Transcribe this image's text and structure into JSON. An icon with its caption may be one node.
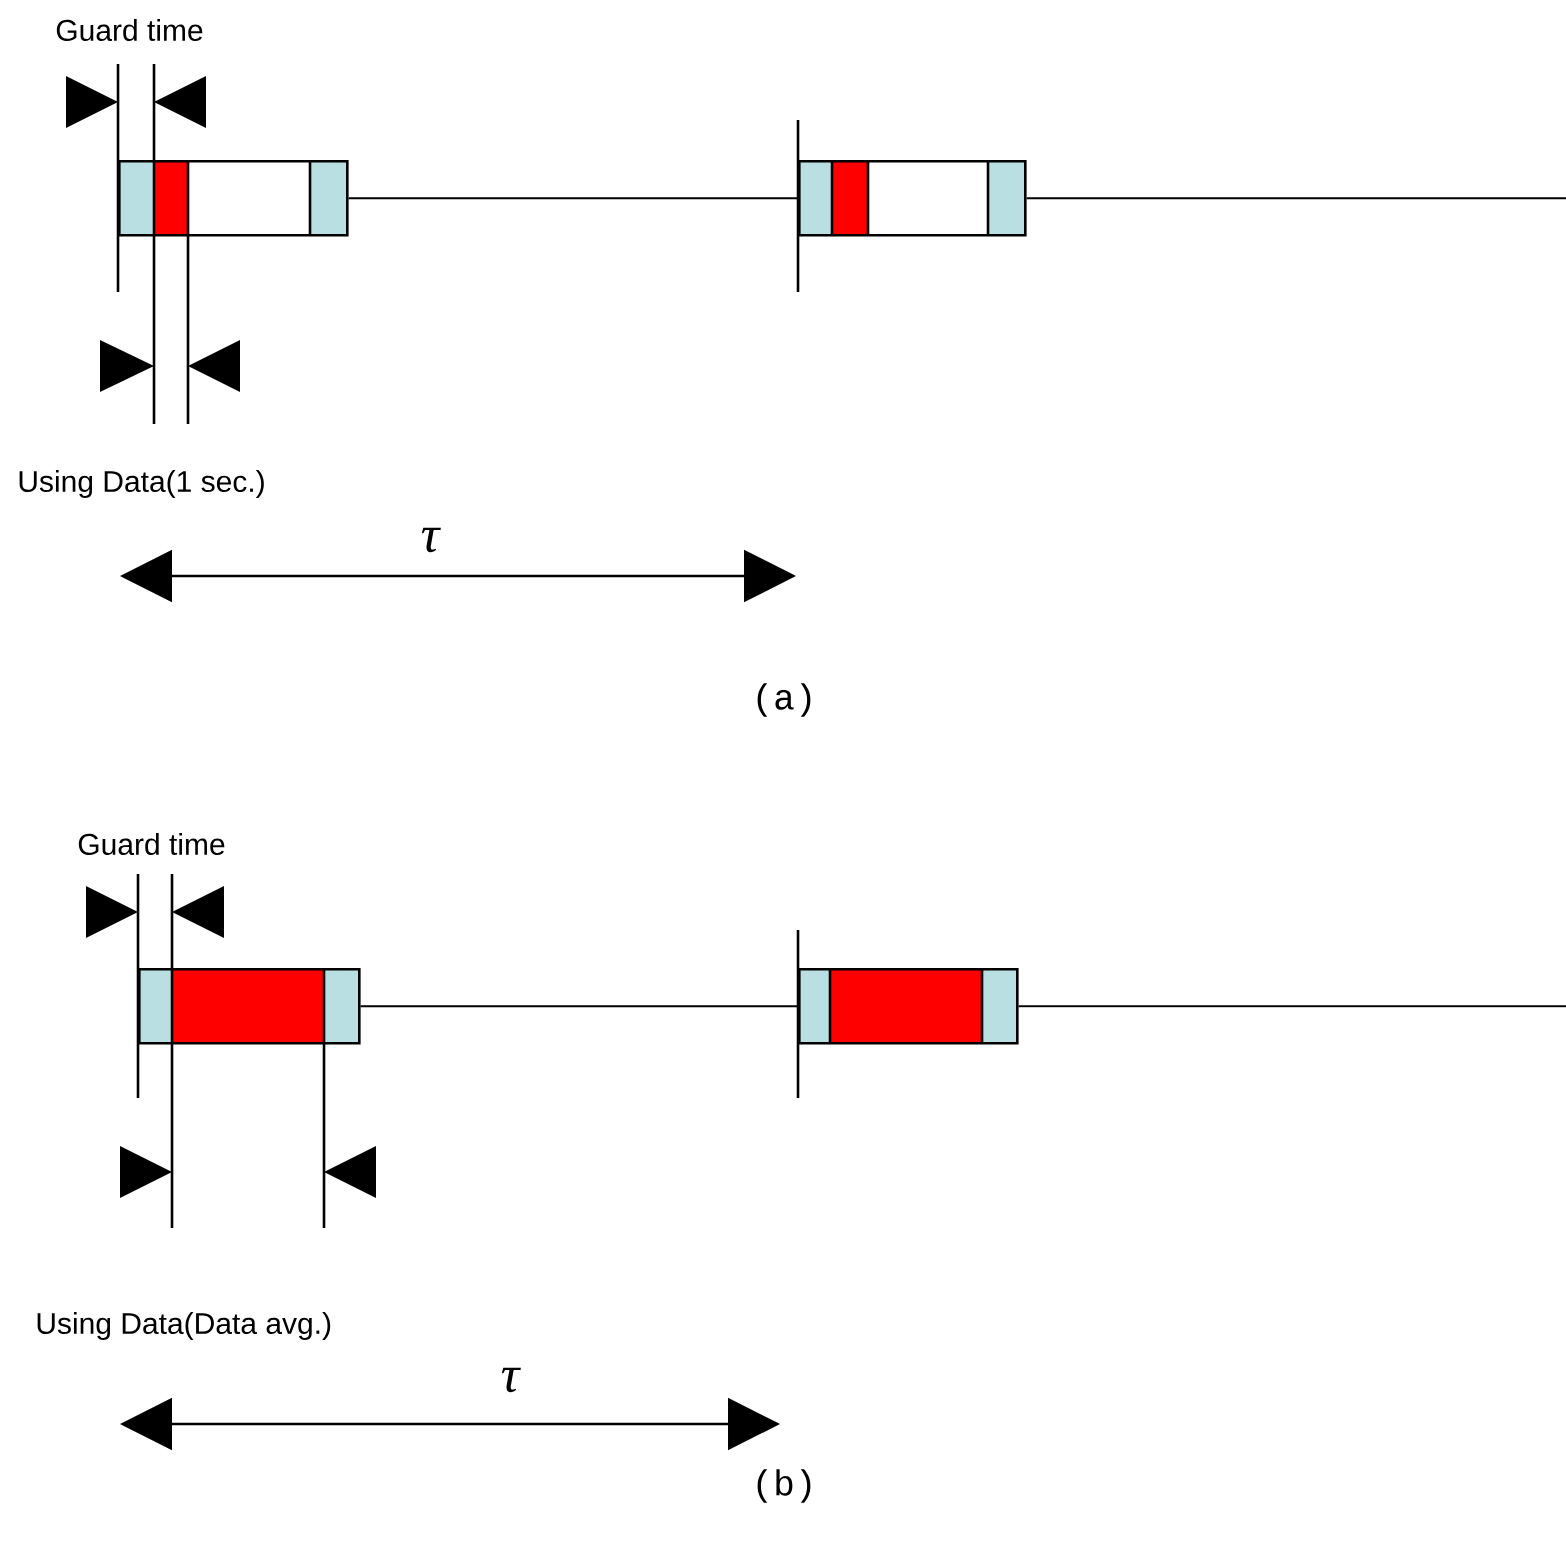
{
  "diagram": {
    "nodes": [
      {
        "text": [],
        "shape": "box"
      },
      {
        "text": [],
        "shape": "box"
      },
      {
        "text": [],
        "shape": "box"
      },
      {
        "text": [],
        "shape": "box"
      }
    ],
    "edges": [
      {
        "from": 0,
        "to": 1,
        "arrow": "none"
      },
      {
        "from": 1,
        "to": null,
        "arrow": "none"
      },
      {
        "from": 2,
        "to": 3,
        "arrow": "none"
      },
      {
        "from": 3,
        "to": null,
        "arrow": "none"
      }
    ],
    "labels": [
      "Guard time",
      "Using Data(1 sec.)",
      "τ",
      "(a)",
      "Guard time",
      "Using Data(Data avg.)",
      "τ",
      "(b)"
    ]
  }
}
